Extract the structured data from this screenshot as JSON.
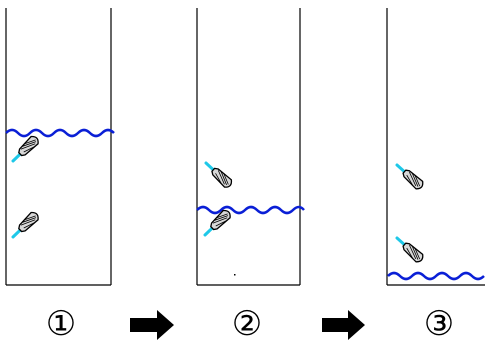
{
  "steps": [
    {
      "label": "①",
      "water_level": "high",
      "probes_submerged": 2
    },
    {
      "label": "②",
      "water_level": "middle",
      "probes_submerged": 1
    },
    {
      "label": "③",
      "water_level": "low",
      "probes_submerged": 0
    }
  ],
  "colors": {
    "water": "#0a1fd6",
    "probe_tip": "#1ec8e8",
    "probe_body": "#d8d8d8",
    "outline": "#000000",
    "arrow": "#000000"
  },
  "icons": {
    "probe": "level-probe-icon",
    "arrow": "right-arrow-icon"
  }
}
